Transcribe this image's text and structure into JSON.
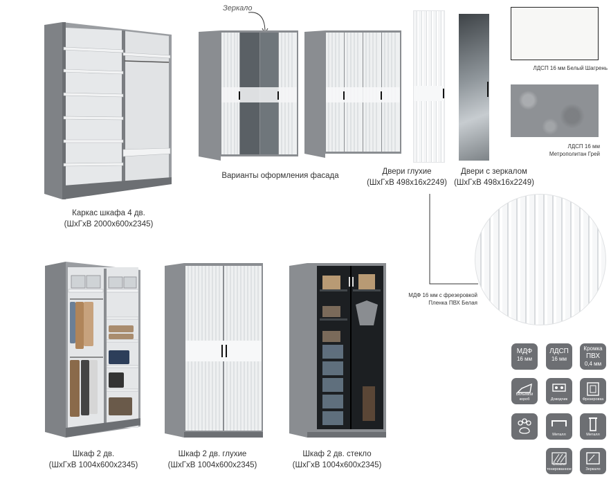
{
  "top": {
    "frame_caption": [
      "Каркас шкафа 4 дв.",
      "(ШхГхВ 2000х600х2345)"
    ],
    "facade_caption": "Варианты оформления фасада",
    "mirror_label": "Зеркало",
    "door_blind_caption": [
      "Двери глухие",
      "(ШхГхВ 498х16х2249)"
    ],
    "door_mirror_caption": [
      "Двери с зеркалом",
      "(ШхГхВ 498х16х2249)"
    ]
  },
  "materials": {
    "white_label": "ЛДСП 16 мм Белый Шагрень",
    "grey_label": [
      "ЛДСП 16 мм",
      "Метрополитан Грей"
    ],
    "mdf_label": [
      "МДФ 16 мм с фрезеровкой",
      "Пленка ПВХ Белая"
    ]
  },
  "bottom": {
    "w1_caption": [
      "Шкаф 2 дв.",
      "(ШхГхВ 1004х600х2345)"
    ],
    "w2_caption": [
      "Шкаф 2 дв. глухие",
      "(ШхГхВ 1004х600х2345)"
    ],
    "w3_caption": [
      "Шкаф 2 дв. стекло",
      "(ШхГхВ 1004х600х2345)"
    ]
  },
  "features": {
    "mdf": [
      "МДФ",
      "16 мм"
    ],
    "ldsp": [
      "ЛДСП",
      "16 мм"
    ],
    "edge": [
      "Кромка",
      "ПВХ",
      "0,4 мм"
    ],
    "drawer": "Бельевой короб",
    "closer": "Доводчик",
    "milling": "Фрезеровка",
    "handle": "Металл",
    "leg": "Металл",
    "glass": "Стекло тонированное",
    "mirror": "Зеркало"
  },
  "colors": {
    "badge": "#6d6f73",
    "concrete": "#8a8d91",
    "white": "#f7f7f5"
  }
}
